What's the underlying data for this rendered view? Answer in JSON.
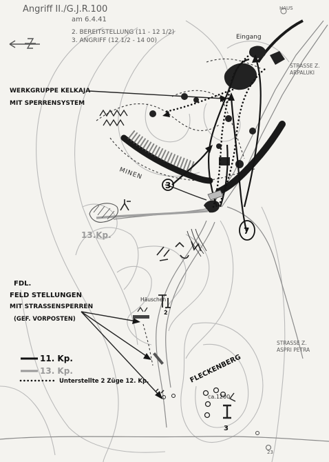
{
  "header": {
    "line1": "Angriff II./G.J.R.100",
    "line2": "am 6.4.41",
    "line3": "2. BEREITSTELLUNG (11 - 12 1/2)",
    "line4": "3. ANGRIFF (12 1/2 - 14 00)"
  },
  "places": {
    "haus": "HAUS",
    "eingang": "Eingang",
    "road_right_1": "STRASSE Z.",
    "road_right_2": "ARPALUKI",
    "road_lower_1": "STRASSE Z.",
    "road_lower_2": "ASPRI PETRA",
    "minen": "MINEN",
    "haeuschen": "Häuschen",
    "fleckenberg": "FLECKENBERG",
    "elevation": "ca.1200",
    "corner_num": "23"
  },
  "labels": {
    "werk_1": "WERKGRUPPE KELKAJA",
    "werk_2": "MIT SPERRENSYSTEM",
    "fdl_1": "FDL.",
    "fdl_2": "FELD STELLUNGEN",
    "fdl_3": "MIT STRASSENSPERREN",
    "fdl_4": "(GEF. VORPOSTEN)",
    "co_13": "13.Kp."
  },
  "markers": {
    "m3": "3",
    "m7": "7",
    "unit_2": "2",
    "unit_3": "3"
  },
  "legend": {
    "k11": "11. Kp.",
    "k13": "13. Kp.",
    "dots": "Unterstellte 2 Züge 12. Kp."
  }
}
